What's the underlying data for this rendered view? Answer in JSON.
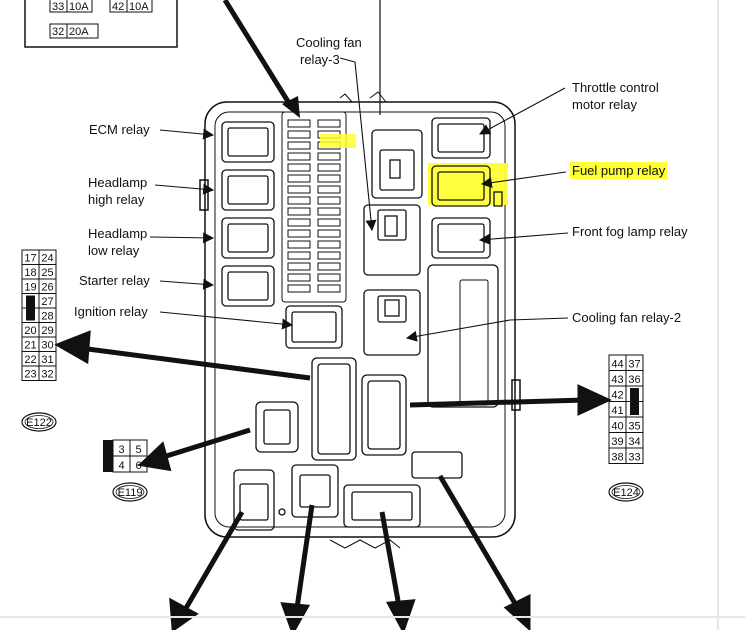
{
  "labels": {
    "cooling_fan_relay_3_l1": "Cooling fan",
    "cooling_fan_relay_3_l2": "relay-3",
    "throttle_l1": "Throttle control",
    "throttle_l2": "motor relay",
    "ecm": "ECM relay",
    "fuel_pump": "Fuel pump relay",
    "headlamp_high_l1": "Headlamp",
    "headlamp_high_l2": "high relay",
    "headlamp_low_l1": "Headlamp",
    "headlamp_low_l2": "low relay",
    "front_fog": "Front fog lamp relay",
    "starter": "Starter relay",
    "ignition": "Ignition relay",
    "cooling_fan_relay_2": "Cooling fan relay-2"
  },
  "fuse_table": [
    [
      "33",
      "10A",
      "42",
      "10A"
    ],
    [
      "32",
      "20A"
    ]
  ],
  "connectors": {
    "e122": {
      "id": "E122",
      "pins": [
        [
          "17",
          "24"
        ],
        [
          "18",
          "25"
        ],
        [
          "19",
          "26"
        ],
        [
          "",
          "27"
        ],
        [
          "",
          "28"
        ],
        [
          "20",
          "29"
        ],
        [
          "21",
          "30"
        ],
        [
          "22",
          "31"
        ],
        [
          "23",
          "32"
        ]
      ]
    },
    "e119": {
      "id": "E119",
      "pins": [
        [
          "3",
          "5"
        ],
        [
          "4",
          "6"
        ]
      ]
    },
    "e124": {
      "id": "E124",
      "pins": [
        [
          "44",
          "37"
        ],
        [
          "43",
          "36"
        ],
        [
          "42",
          ""
        ],
        [
          "41",
          ""
        ],
        [
          "40",
          "35"
        ],
        [
          "39",
          "34"
        ],
        [
          "38",
          "33"
        ]
      ]
    }
  },
  "highlight_color": "#ffff33"
}
